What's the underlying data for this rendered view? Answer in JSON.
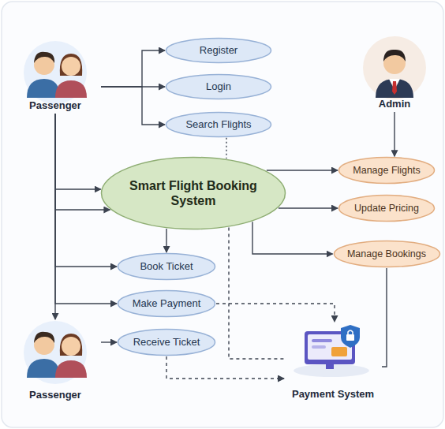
{
  "diagram": {
    "nodes": [
      {
        "text": [
          "Passenger"
        ]
      },
      {
        "text": [
          "Register"
        ]
      },
      {
        "text": [
          "Login"
        ]
      },
      {
        "text": [
          "Search Flights"
        ]
      },
      {
        "text": [
          "Admin"
        ]
      },
      {
        "text": [
          "Smart Flight Booking System"
        ]
      },
      {
        "text": [
          "Manage Flights"
        ]
      },
      {
        "text": [
          "Update Pricing"
        ]
      },
      {
        "text": [
          "Manage Bookings"
        ]
      },
      {
        "text": [
          "Book Ticket"
        ]
      },
      {
        "text": [
          "Make Payment"
        ]
      },
      {
        "text": [
          "Receive Ticket"
        ]
      },
      {
        "text": [
          "Passenger"
        ]
      },
      {
        "text": [
          "Payment System"
        ]
      }
    ],
    "edges": [
      {
        "from": 0,
        "to": 1,
        "arrow": "to"
      },
      {
        "from": 0,
        "to": 2,
        "arrow": "to"
      },
      {
        "from": 0,
        "to": 3,
        "arrow": "to"
      },
      {
        "from": 0,
        "to": 5,
        "arrow": "to"
      },
      {
        "from": 0,
        "to": 5,
        "arrow": "to"
      },
      {
        "from": 0,
        "to": 9,
        "arrow": "to"
      },
      {
        "from": 0,
        "to": 10,
        "arrow": "to"
      },
      {
        "from": 0,
        "to": 12,
        "arrow": "to"
      },
      {
        "from": 12,
        "to": 11,
        "arrow": "to"
      },
      {
        "from": 3,
        "to": 5,
        "arrow": "none"
      },
      {
        "from": 5,
        "to": 9,
        "arrow": "to"
      },
      {
        "from": 4,
        "to": 6,
        "arrow": "to"
      },
      {
        "from": 5,
        "to": 6,
        "arrow": "to"
      },
      {
        "from": 5,
        "to": 7,
        "arrow": "to"
      },
      {
        "from": 5,
        "to": 8,
        "arrow": "to"
      },
      {
        "from": 10,
        "to": 13,
        "arrow": "to"
      },
      {
        "from": 11,
        "to": 13,
        "arrow": "to"
      },
      {
        "from": 5,
        "to": 13,
        "arrow": "none"
      },
      {
        "from": 8,
        "to": 13,
        "arrow": "none"
      }
    ]
  }
}
